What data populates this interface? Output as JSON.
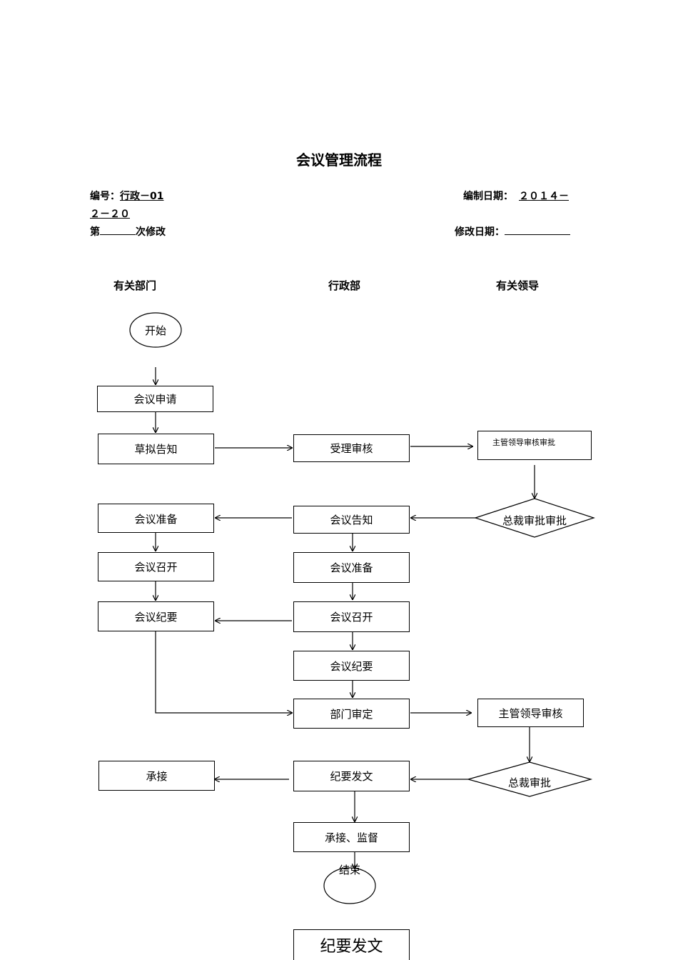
{
  "title": "会议管理流程",
  "header": {
    "code_label": "编号：",
    "code_value": "行政－01",
    "date_label": "编制日期：",
    "date_value_line1": "２０１４－",
    "date_value_line2": "２－２０",
    "revision_prefix": "第",
    "revision_suffix": "次修改",
    "revision_date_label": "修改日期："
  },
  "columns": {
    "col1": "有关部门",
    "col2": "行政部",
    "col3": "有关领导"
  },
  "nodes": {
    "start": "开始",
    "dept_apply": "会议申请",
    "dept_draft": "草拟告知",
    "admin_accept": "受理审核",
    "leader_approve1": "主管领导审核审批",
    "ceo_approve1": "总裁审批审批",
    "admin_notice": "会议告知",
    "dept_prepare": "会议准备",
    "admin_prepare": "会议准备",
    "dept_hold": "会议召开",
    "admin_hold": "会议召开",
    "dept_minutes": "会议纪要",
    "admin_minutes": "会议纪要",
    "admin_dept_review": "部门审定",
    "leader_review2": "主管领导审核",
    "ceo_approve2": "总裁审批",
    "admin_issue": "纪要发文",
    "dept_receive": "承接",
    "admin_supervise": "承接、监督",
    "end": "结束",
    "footer_issue": "纪要发文"
  }
}
